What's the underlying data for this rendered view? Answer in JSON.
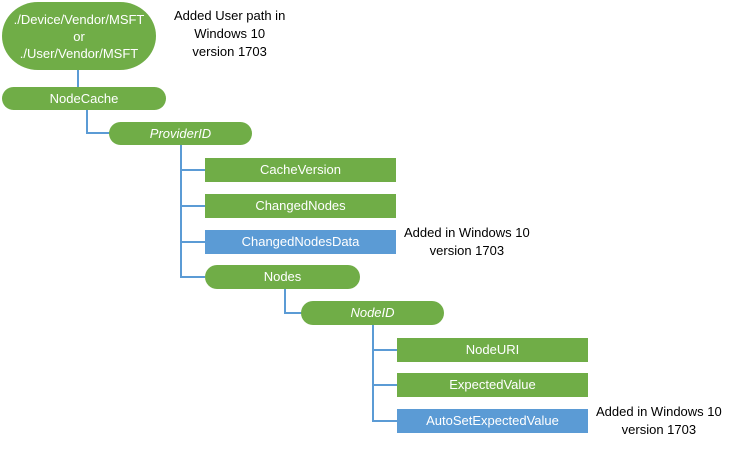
{
  "root": {
    "line1": "./Device/Vendor/MSFT",
    "line2": "or",
    "line3": "./User/Vendor/MSFT",
    "note": [
      "Added User path in",
      "Windows 10",
      "version 1703"
    ]
  },
  "nodes": {
    "nodecache": "NodeCache",
    "providerid": "ProviderID",
    "cacheversion": "CacheVersion",
    "changednodes": "ChangedNodes",
    "changednodesdata": "ChangedNodesData",
    "nodes": "Nodes",
    "nodeid": "NodeID",
    "nodeuri": "NodeURI",
    "expectedvalue": "ExpectedValue",
    "autosetexpectedvalue": "AutoSetExpectedValue"
  },
  "notes": {
    "changednodesdata": [
      "Added in Windows 10",
      "version 1703"
    ],
    "autosetexpectedvalue": [
      "Added in Windows 10",
      "version 1703"
    ]
  },
  "colors": {
    "node": "#70ad47",
    "added_node": "#5b9bd5",
    "connector": "#5b9bd5"
  }
}
